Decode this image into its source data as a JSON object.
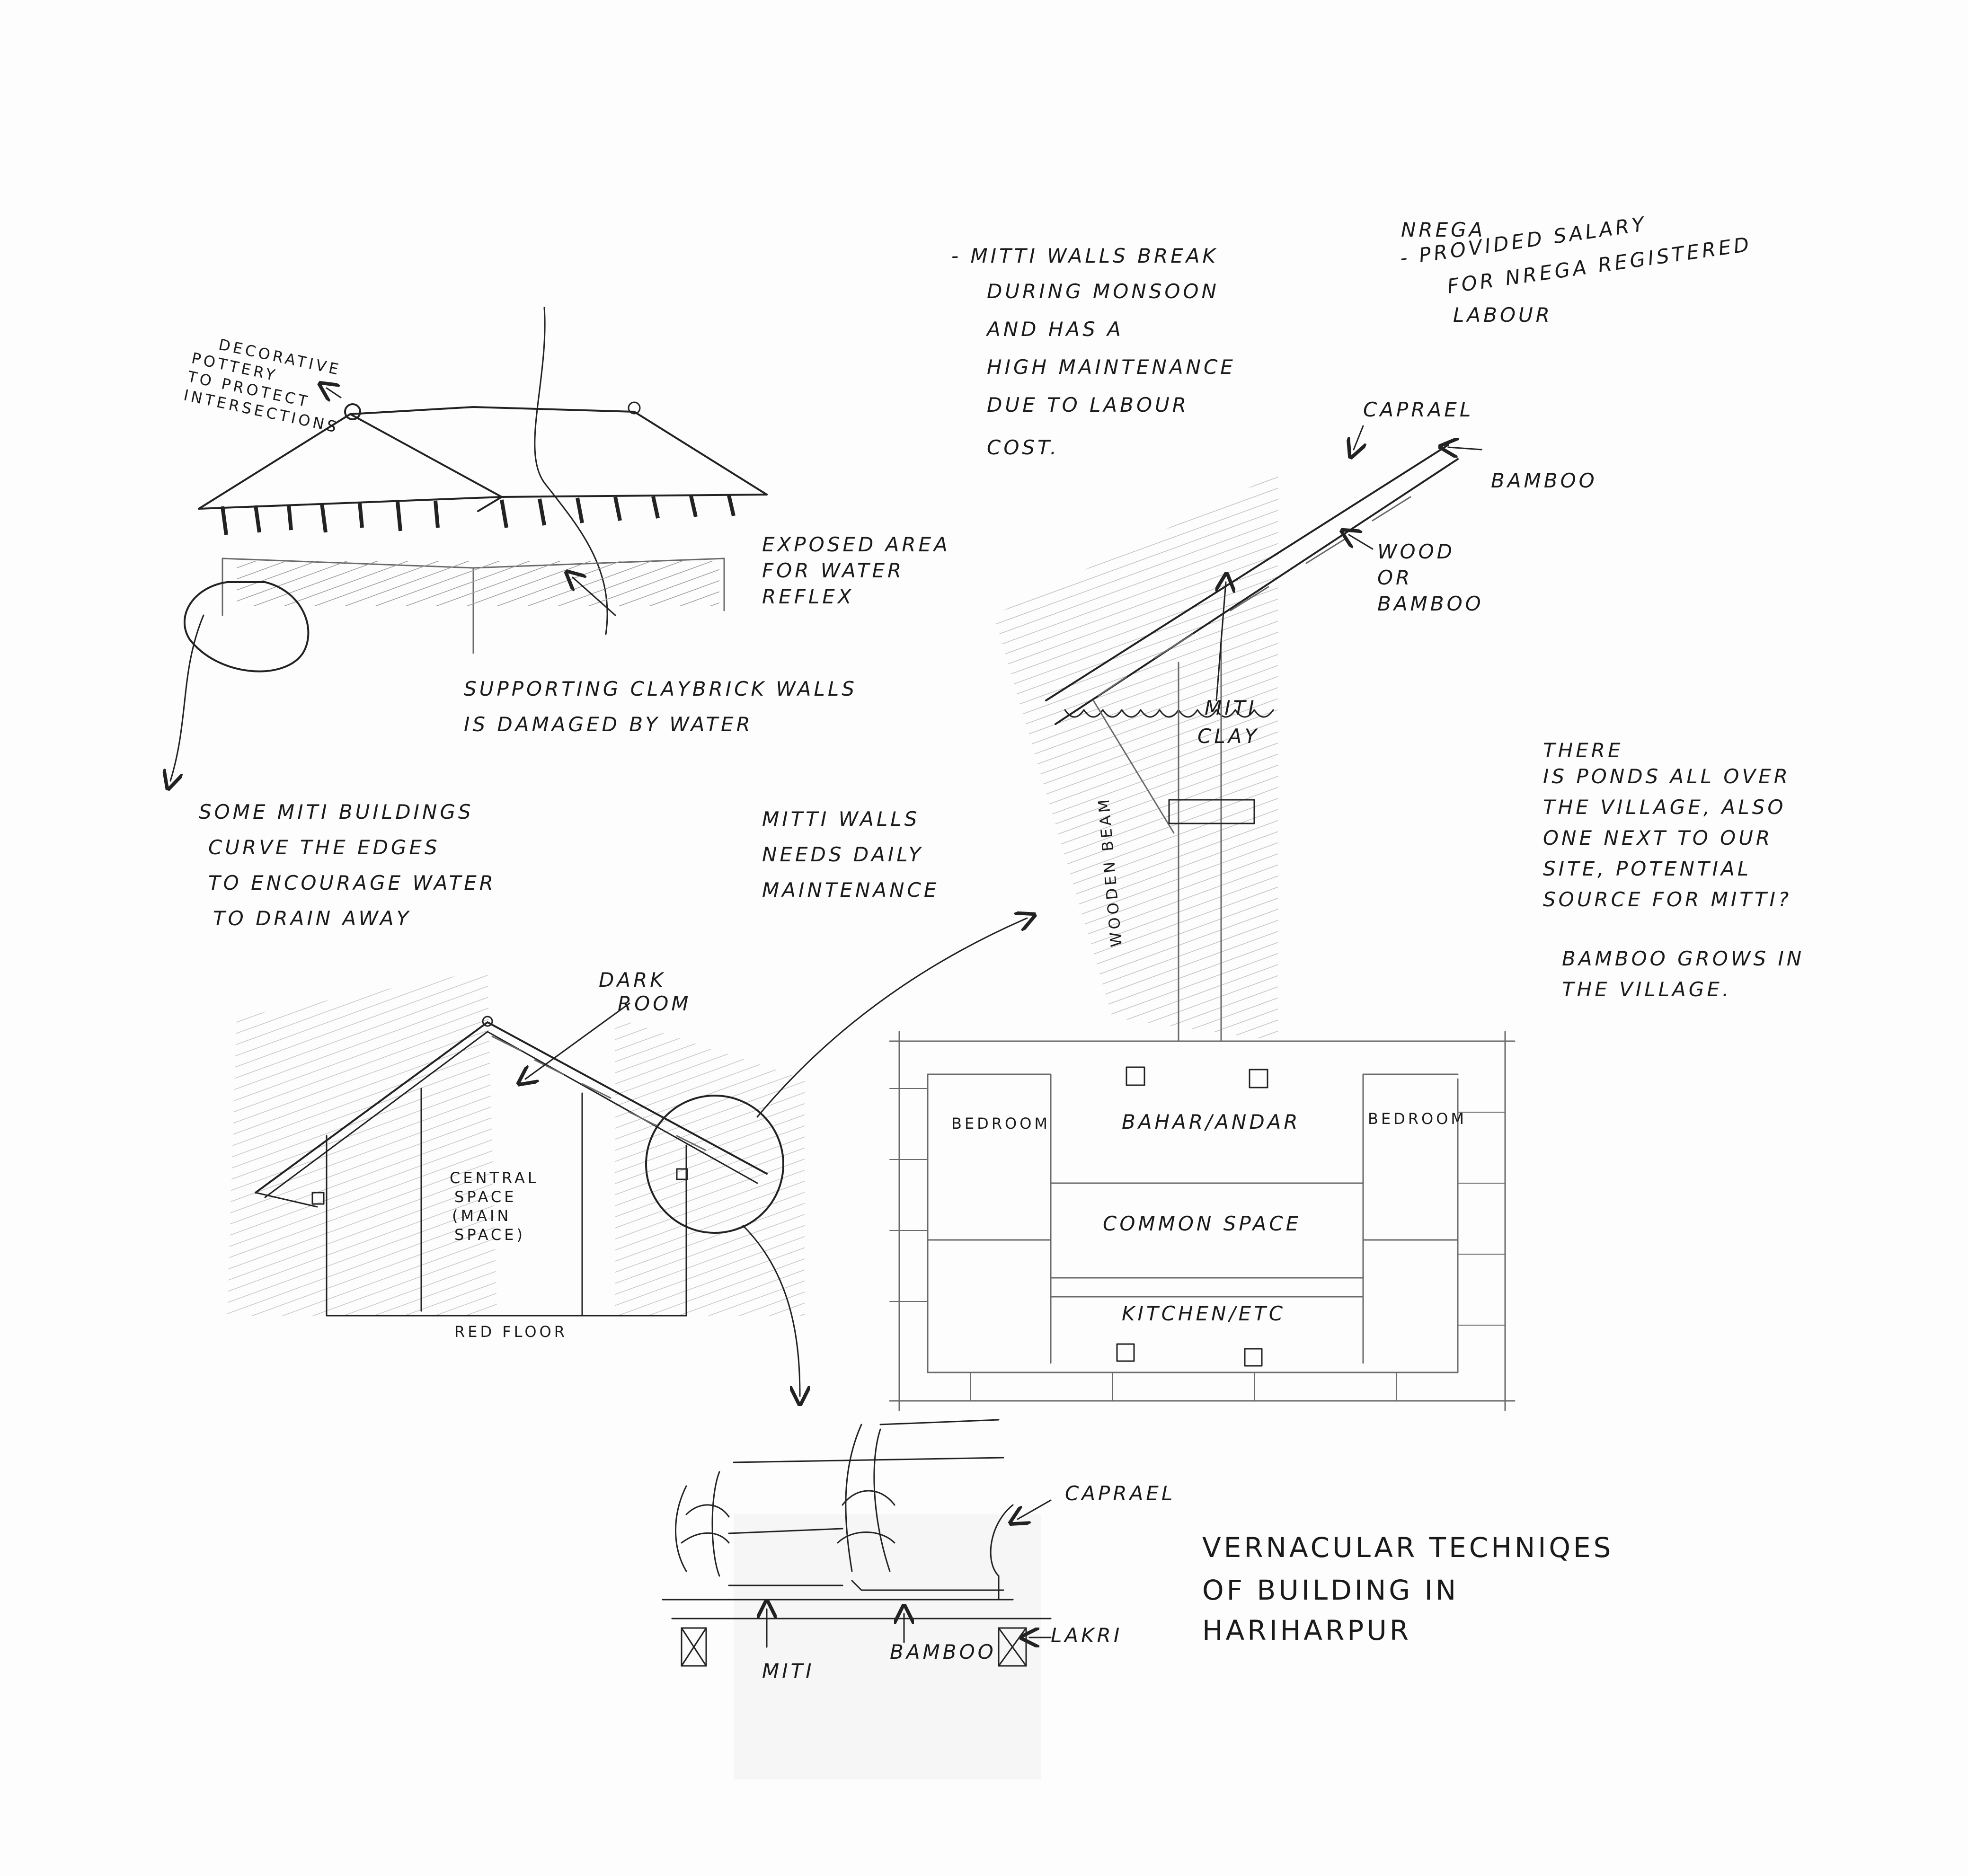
{
  "sheet": {
    "colors": {
      "paper": "#fdfdfd",
      "ink": "#1a1a1a",
      "pencil": "#6a6a6a"
    },
    "notes": {
      "decorative": [
        "DECORATIVE",
        "POTTERY",
        "TO PROTECT",
        "INTERSECTIONS"
      ],
      "exposed": [
        "EXPOSED AREA",
        "FOR WATER",
        "REFLEX"
      ],
      "supporting": [
        "SUPPORTING CLAYBRICK WALLS",
        "IS DAMAGED BY WATER"
      ],
      "miti_curve": [
        "SOME MITI BUILDINGS",
        "CURVE THE EDGES",
        "TO ENCOURAGE WATER",
        "TO DRAIN AWAY"
      ],
      "mitti_daily": [
        "MITTI WALLS",
        "NEEDS DAILY",
        "MAINTENANCE"
      ],
      "mitti_monsoon": [
        "- MITTI WALLS BREAK",
        "DURING MONSOON",
        "AND HAS A",
        "HIGH MAINTENANCE",
        "DUE TO LABOUR",
        "COST."
      ],
      "nrega": [
        "NREGA",
        "- PROVIDED SALARY",
        "FOR NREGA REGISTERED",
        "LABOUR"
      ],
      "ponds": [
        "THERE",
        "IS PONDS ALL OVER",
        "THE VILLAGE, ALSO",
        "ONE NEXT TO OUR",
        "SITE, POTENTIAL",
        "SOURCE FOR MITTI?"
      ],
      "bamboo_grows": [
        "BAMBOO GROWS IN",
        "THE VILLAGE."
      ],
      "dark_room": [
        "DARK",
        "ROOM"
      ],
      "central_space": [
        "CENTRAL",
        "SPACE",
        "(MAIN",
        "SPACE)"
      ],
      "red_floor": "RED FLOOR",
      "wooden_beam": "WOODEN BEAM"
    },
    "roof_section": {
      "caprael": "CAPRAEL",
      "bamboo": "BAMBOO",
      "wood": [
        "WOOD",
        "OR",
        "BAMBOO"
      ],
      "mitti": [
        "MITI",
        "CLAY"
      ]
    },
    "plan": {
      "bedroom_left": "BEDROOM",
      "bahar": "BAHAR/ANDAR",
      "bedroom_right": "BEDROOM",
      "common": "COMMON SPACE",
      "kitchen": "KITCHEN/ETC"
    },
    "tile_detail": {
      "caprael": "CAPRAEL",
      "mitti": "MITI",
      "bamboo": "BAMBOO",
      "lakri": "LAKRI"
    },
    "title": [
      "VERNACULAR TECHNIQES",
      "OF BUILDING IN",
      "HARIHARPUR"
    ]
  }
}
